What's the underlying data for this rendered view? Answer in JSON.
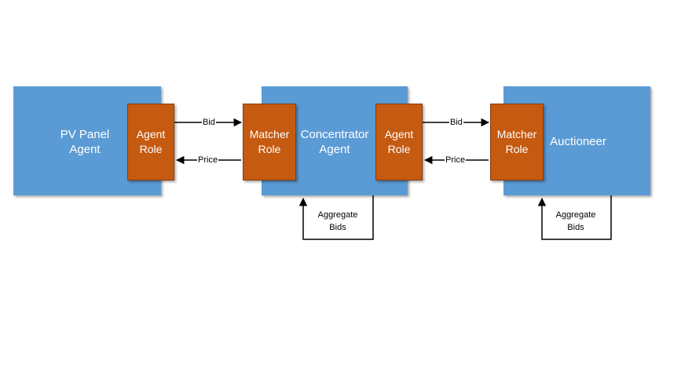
{
  "agents": {
    "pv_panel": "PV Panel\nAgent",
    "concentrator": "Concentrator\nAgent",
    "auctioneer": "Auctioneer"
  },
  "roles": {
    "pv_agent_role": "Agent\nRole",
    "concentrator_matcher_role": "Matcher\nRole",
    "concentrator_agent_role": "Agent\nRole",
    "auctioneer_matcher_role": "Matcher\nRole"
  },
  "messages": {
    "bid_1": "Bid",
    "price_1": "Price",
    "bid_2": "Bid",
    "price_2": "Price"
  },
  "feedback": {
    "concentrator": "Aggregate\nBids",
    "auctioneer": "Aggregate\nBids"
  },
  "colors": {
    "agent": "#5b9bd5",
    "role": "#c55a11",
    "arrow": "#000000"
  }
}
